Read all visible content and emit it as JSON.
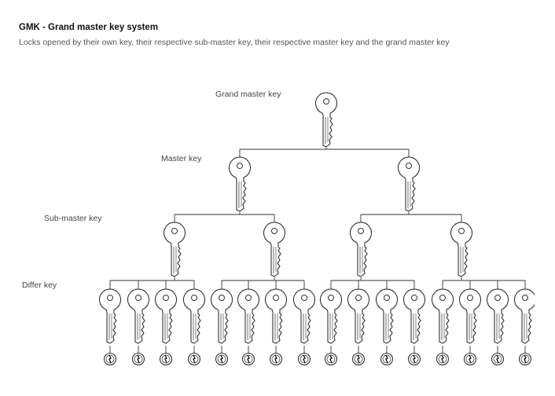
{
  "title": "GMK - Grand master key system",
  "subtitle": "Locks opened by their own key, their respective sub-master key, their respective master key and the grand master key",
  "levels": {
    "grand_master": "Grand master key",
    "master": "Master key",
    "sub_master": "Sub-master key",
    "differ": "Differ key"
  },
  "structure": {
    "masters": 2,
    "sub_masters_per_master": 2,
    "differs_per_sub_master": 4
  },
  "colors": {
    "line": "#333333",
    "fill": "#ffffff"
  }
}
